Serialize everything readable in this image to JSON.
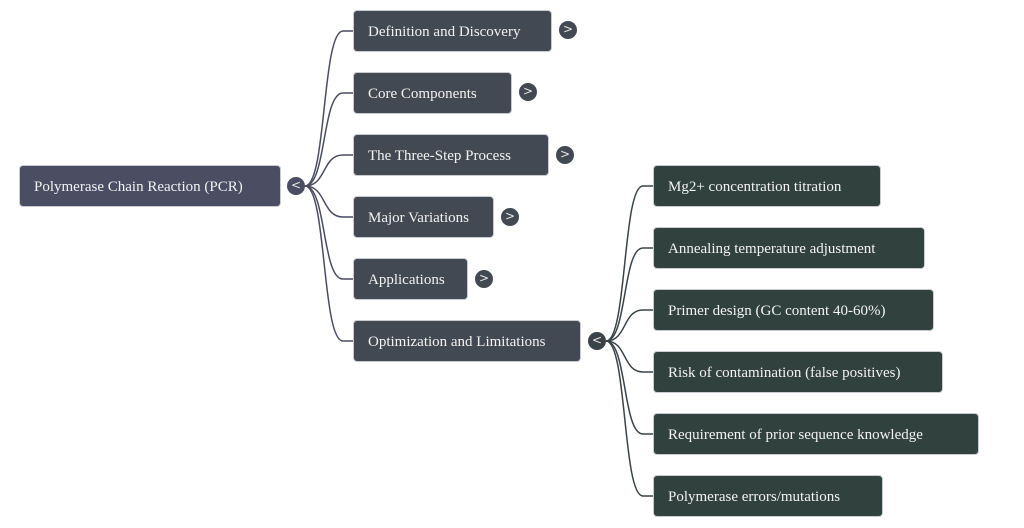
{
  "mindmap": {
    "root": {
      "label": "Polymerase Chain Reaction (PCR)",
      "toggle_icon": "<",
      "state": "expanded"
    },
    "branches": [
      {
        "label": "Definition and Discovery",
        "toggle_icon": ">",
        "state": "collapsed",
        "children": []
      },
      {
        "label": "Core Components",
        "toggle_icon": ">",
        "state": "collapsed",
        "children": []
      },
      {
        "label": "The Three-Step Process",
        "toggle_icon": ">",
        "state": "collapsed",
        "children": []
      },
      {
        "label": "Major Variations",
        "toggle_icon": ">",
        "state": "collapsed",
        "children": []
      },
      {
        "label": "Applications",
        "toggle_icon": ">",
        "state": "collapsed",
        "children": []
      },
      {
        "label": "Optimization and Limitations",
        "toggle_icon": "<",
        "state": "expanded",
        "children": [
          "Mg2+ concentration titration",
          "Annealing temperature adjustment",
          "Primer design (GC content 40-60%)",
          "Risk of contamination (false positives)",
          "Requirement of prior sequence knowledge",
          "Polymerase errors/mutations"
        ]
      }
    ],
    "colors": {
      "root_fill": "#4b4d63",
      "branch_fill": "#434953",
      "leaf_fill": "#31413d",
      "root_links": "#4b4d63",
      "leaf_links": "#3a4347",
      "text": "#f2f2f2"
    }
  }
}
